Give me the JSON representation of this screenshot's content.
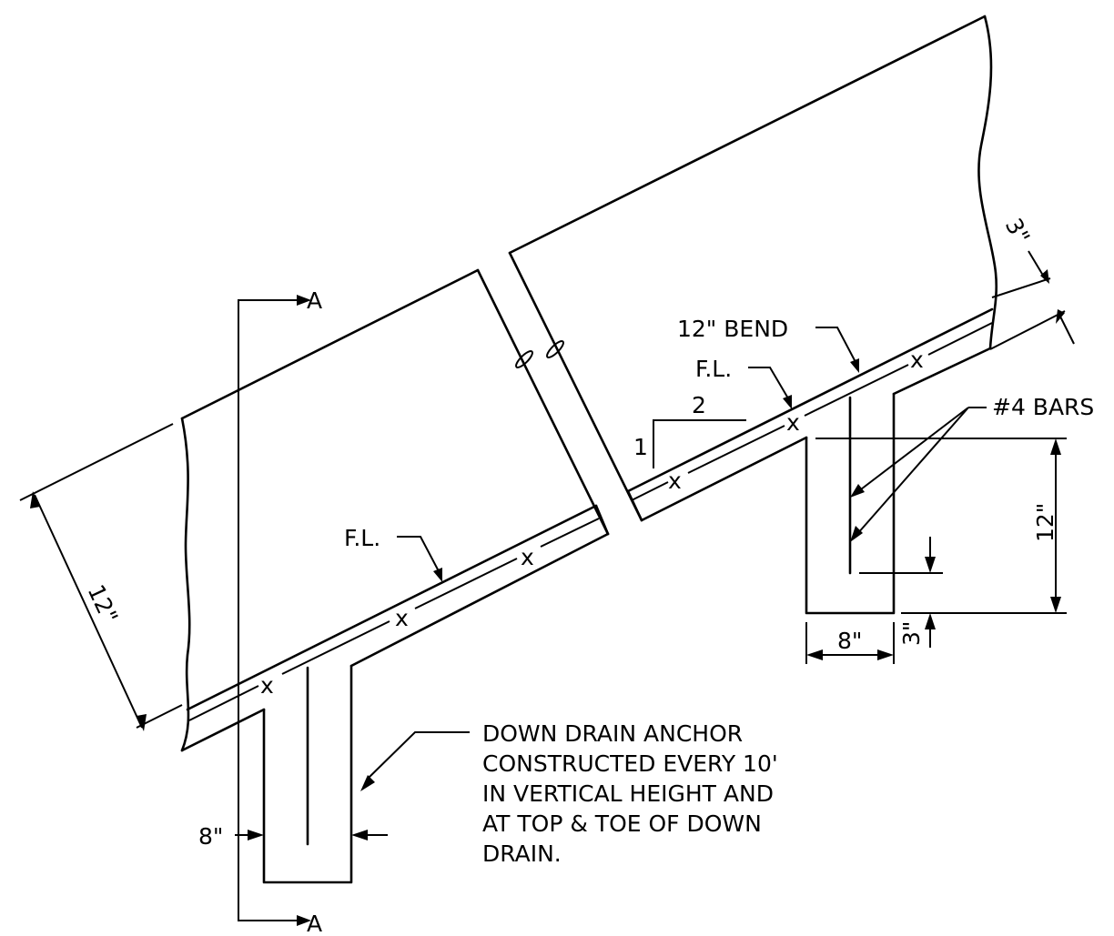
{
  "section_markers": {
    "top": "A",
    "bottom": "A"
  },
  "labels": {
    "flow_line_left": "F.L.",
    "flow_line_right": "F.L.",
    "bend": "12\" BEND",
    "bars": "#4 BARS",
    "slope_rise": "1",
    "slope_run": "2"
  },
  "dimensions": {
    "left_thickness": "12\"",
    "left_anchor_width": "8\"",
    "right_anchor_depth": "12\"",
    "right_anchor_width": "8\"",
    "right_cover_bottom": "3\"",
    "right_cover_top": "3\""
  },
  "note": {
    "lines": [
      "DOWN DRAIN ANCHOR",
      "CONSTRUCTED EVERY 10'",
      "IN VERTICAL HEIGHT AND",
      "AT TOP & TOE OF DOWN",
      "DRAIN."
    ]
  }
}
